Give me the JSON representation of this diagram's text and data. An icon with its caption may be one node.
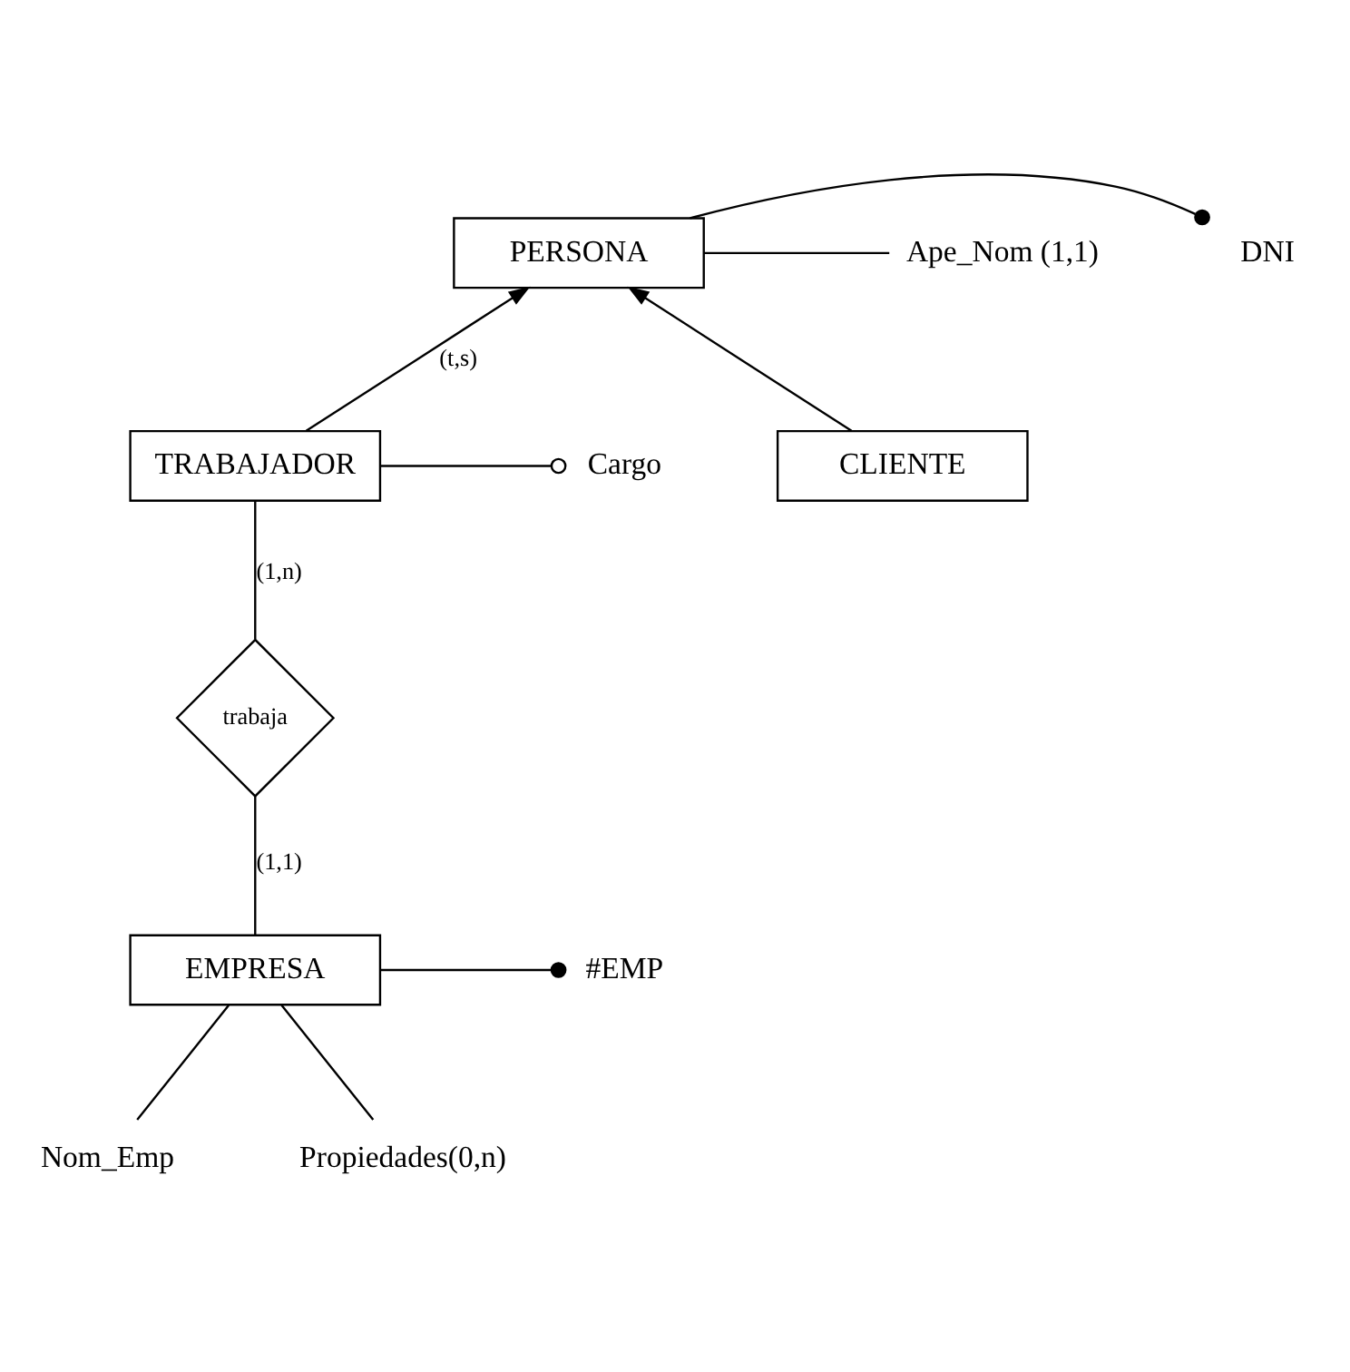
{
  "diagram": {
    "nodes": [
      {
        "text": [
          "PERSONA"
        ]
      },
      {
        "text": [
          "DNI"
        ]
      },
      {
        "text": [
          "Ape_Nom (1,1)"
        ]
      },
      {
        "text": [
          "TRABAJADOR"
        ]
      },
      {
        "text": [
          "CLIENTE"
        ]
      },
      {
        "text": [
          "Cargo"
        ]
      },
      {
        "text": [
          "trabaja"
        ]
      },
      {
        "text": [
          "EMPRESA"
        ]
      },
      {
        "text": [
          "#EMP"
        ]
      },
      {
        "text": [
          "Nom_Emp"
        ]
      },
      {
        "text": [
          "Propiedades(0,n)"
        ]
      }
    ],
    "edges": [
      {
        "from": 0,
        "to": 1,
        "arrow": "other"
      },
      {
        "from": 0,
        "to": 2,
        "arrow": "none"
      },
      {
        "from": 3,
        "to": 0,
        "arrow": "to",
        "label": "(t,s)"
      },
      {
        "from": 4,
        "to": 0,
        "arrow": "to"
      },
      {
        "from": 3,
        "to": 5,
        "arrow": "other"
      },
      {
        "from": 3,
        "to": 6,
        "arrow": "none",
        "label": "(1,n)"
      },
      {
        "from": 6,
        "to": 7,
        "arrow": "none",
        "label": "(1,1)"
      },
      {
        "from": 7,
        "to": 8,
        "arrow": "other"
      },
      {
        "from": 7,
        "to": 9,
        "arrow": "none"
      },
      {
        "from": 7,
        "to": 10,
        "arrow": "none"
      }
    ]
  }
}
